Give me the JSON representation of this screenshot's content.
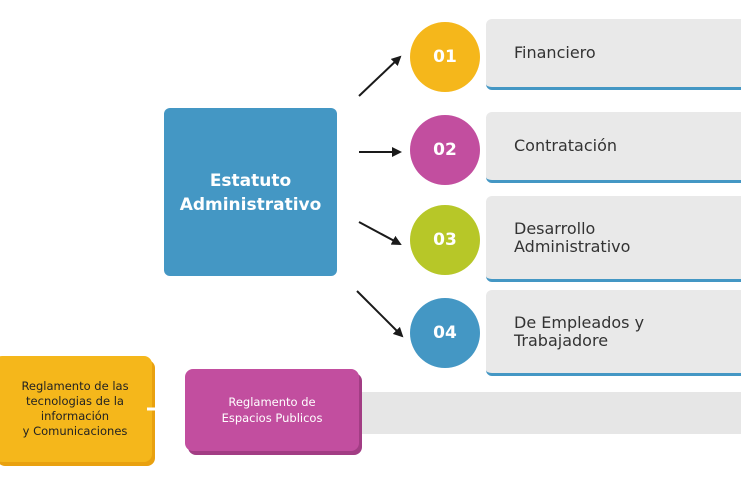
{
  "main": {
    "label": "Estatuto\nAdministrativo",
    "color": "#4497c4"
  },
  "items": [
    {
      "number": "01",
      "label": "Financiero",
      "color": "#f5b71b"
    },
    {
      "number": "02",
      "label": "Contratación",
      "color": "#c24e9f"
    },
    {
      "number": "03",
      "label": "Desarrollo\nAdministrativo",
      "color": "#b7c728"
    },
    {
      "number": "04",
      "label": "De Empleados y\nTrabajadore",
      "color": "#4497c4"
    }
  ],
  "bottom": {
    "source": {
      "label": "Reglamento de las\ntecnologias de la\ninformación\ny Comunicaciones",
      "color": "#f5b71b"
    },
    "target": {
      "label": "Reglamento de\nEspacios Publicos",
      "color": "#c24e9f"
    }
  }
}
